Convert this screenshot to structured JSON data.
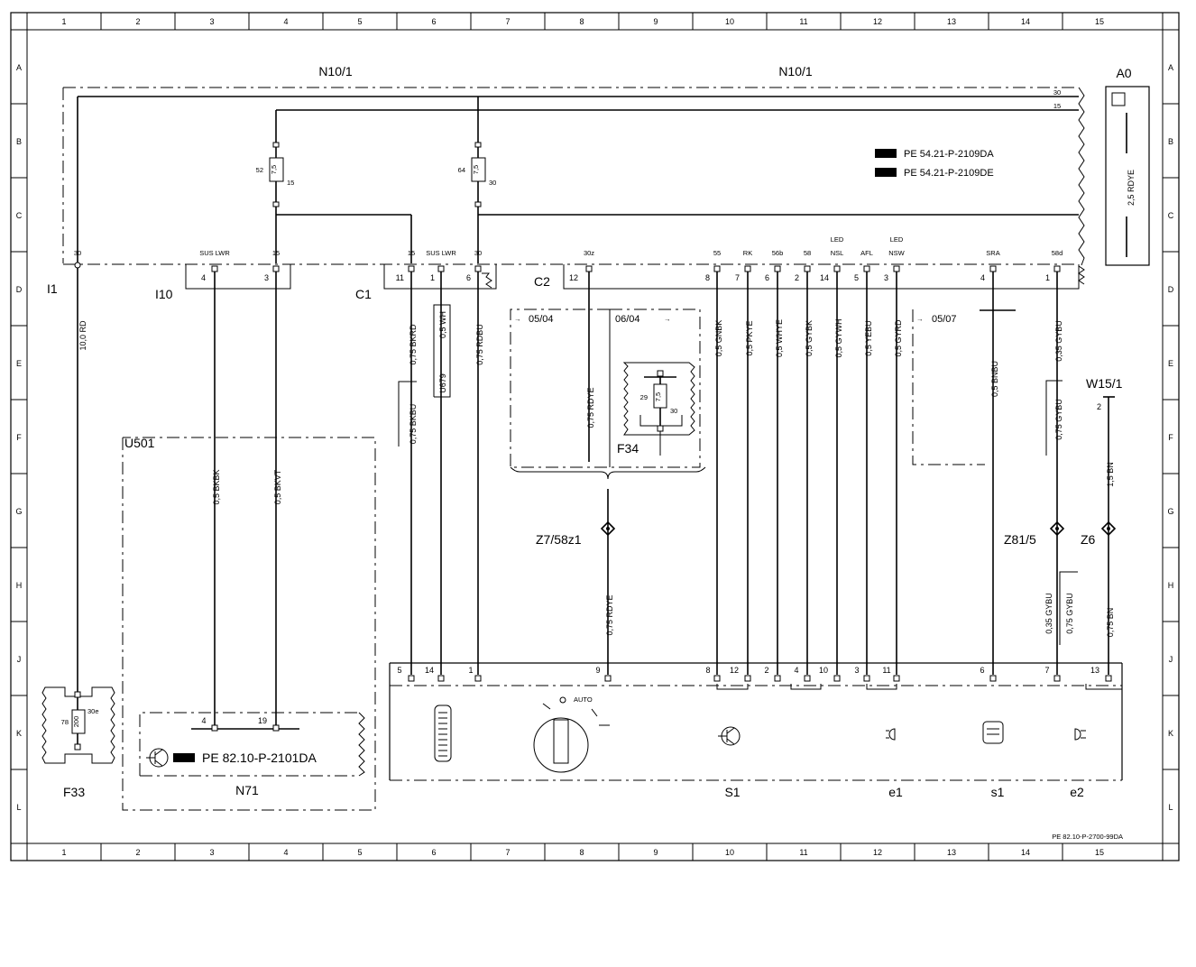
{
  "grid": {
    "columns": [
      "1",
      "2",
      "3",
      "4",
      "5",
      "6",
      "7",
      "8",
      "9",
      "10",
      "11",
      "12",
      "13",
      "14",
      "15"
    ],
    "rows": [
      "A",
      "B",
      "C",
      "D",
      "E",
      "F",
      "G",
      "H",
      "J",
      "K",
      "L"
    ]
  },
  "components": {
    "n10_1_left": "N10/1",
    "n10_1_right": "N10/1",
    "a0": "A0",
    "i1": "I1",
    "i10": "I10",
    "c1": "C1",
    "c2": "C2",
    "u501": "U501",
    "f33": "F33",
    "f34": "F34",
    "n71": "N71",
    "s1": "S1",
    "e1": "e1",
    "s1_lower": "s1",
    "e2": "e2",
    "w15_1": "W15/1",
    "z7_58z1": "Z7/58z1",
    "z81_5": "Z81/5",
    "z6": "Z6",
    "u679": "U679"
  },
  "references": {
    "pe_54_21_da": "PE 54.21-P-2109DA",
    "pe_54_21_de": "PE 54.21-P-2109DE",
    "pe_82_10_da": "PE 82.10-P-2101DA",
    "footer": "PE 82.10-P-2700-99DA"
  },
  "cross_refs": {
    "r05_04": "05/04",
    "r06_04": "06/04",
    "r05_07": "05/07"
  },
  "fuses": {
    "f52_num": "52",
    "f52_val": "7,5",
    "f52_term": "15",
    "f64_num": "64",
    "f64_val": "7,5",
    "f64_term": "30",
    "f29_num": "29",
    "f29_val": "7,5",
    "f29_term": "30",
    "f78_num": "78",
    "f78_val": "200",
    "f78_term": "30e"
  },
  "bus_labels": {
    "l30": "30",
    "l15": "15",
    "pin30_top": "30",
    "pin15_top": "15",
    "sus_lwr": "SUS LWR",
    "t15": "15",
    "t15b": "15",
    "sus_lwr2": "SUS LWR",
    "t30": "30",
    "t30z": "30z",
    "t55": "55",
    "rk": "RK",
    "t56b": "56b",
    "t58": "58",
    "nsl": "NSL",
    "led1": "LED",
    "afl": "AFL",
    "nsw": "NSW",
    "led2": "LED",
    "sra": "SRA",
    "t58d": "58d"
  },
  "pins": {
    "i10_a": "4",
    "i10_b": "3",
    "c1_a": "11",
    "c1_b": "1",
    "c1_c": "6",
    "c2_a": "12",
    "c2_b": "8",
    "c2_c": "7",
    "c2_d": "6",
    "c2_e": "2",
    "c2_f": "14",
    "c2_g": "5",
    "c2_h": "3",
    "c2_i": "4",
    "c2_j": "1",
    "s1_1": "5",
    "s1_2": "14",
    "s1_3": "1",
    "s1_4": "9",
    "s1_5": "8",
    "s1_6": "12",
    "s1_7": "2",
    "s1_8": "4",
    "s1_9": "10",
    "s1_10": "3",
    "s1_11": "11",
    "s1_12": "6",
    "s1_13": "7",
    "s1_14": "13",
    "n71_a": "4",
    "n71_b": "19",
    "w15_pin": "2"
  },
  "wires": {
    "w_10rd": "10,0 RD",
    "w_bkbk": "0,5 BKBK",
    "w_bkvt": "0,5 BKVT",
    "w_bkrd": "0,75 BKRD",
    "w_bkbu": "0,75 BKBU",
    "w_wh": "0,5 WH",
    "w_rdbu": "0,75 RDBU",
    "w_rdye1": "0,75 RDYE",
    "w_rdye2": "0,75 RDYE",
    "w_gnbk": "0,5 GNBK",
    "w_pkye": "0,5 PKYE",
    "w_whye": "0,5 WHYE",
    "w_gybk": "0,5 GYBK",
    "w_gywh": "0,5 GYWH",
    "w_yebu": "0,5 YEBU",
    "w_gyrd": "0,5 GYRD",
    "w_bnbu": "0,5 BNBU",
    "w_gybu1": "0,35 GYBU",
    "w_gybu2": "0,75 GYBU",
    "w_gybu3": "0,35 GYBU",
    "w_gybu4": "0,75 GYBU",
    "w_bn1": "1,5 BN",
    "w_bn2": "0,75 BN",
    "w_rdye_a0": "2,5 RDYE"
  },
  "misc": {
    "auto": "AUTO"
  }
}
